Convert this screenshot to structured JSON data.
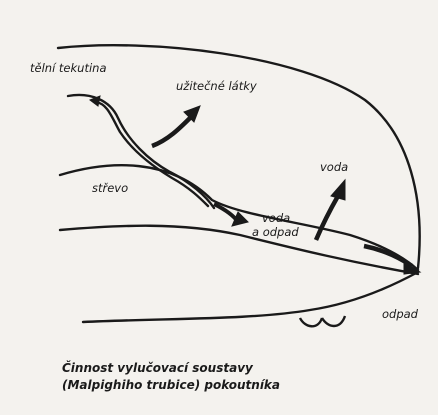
{
  "labels": {
    "body_fluid": "tělní tekutina",
    "useful_substances": "užitečné látky",
    "intestine": "střevo",
    "water_top": "voda",
    "water_and_waste": [
      "voda",
      "a odpad"
    ],
    "waste": "odpad"
  },
  "caption": {
    "line1": "Činnost vylučovací soustavy",
    "line2": "(Malpighiho trubice) pokoutníka"
  },
  "colors": {
    "ink": "#1a1a1a",
    "paper": "#f4f2ee"
  }
}
